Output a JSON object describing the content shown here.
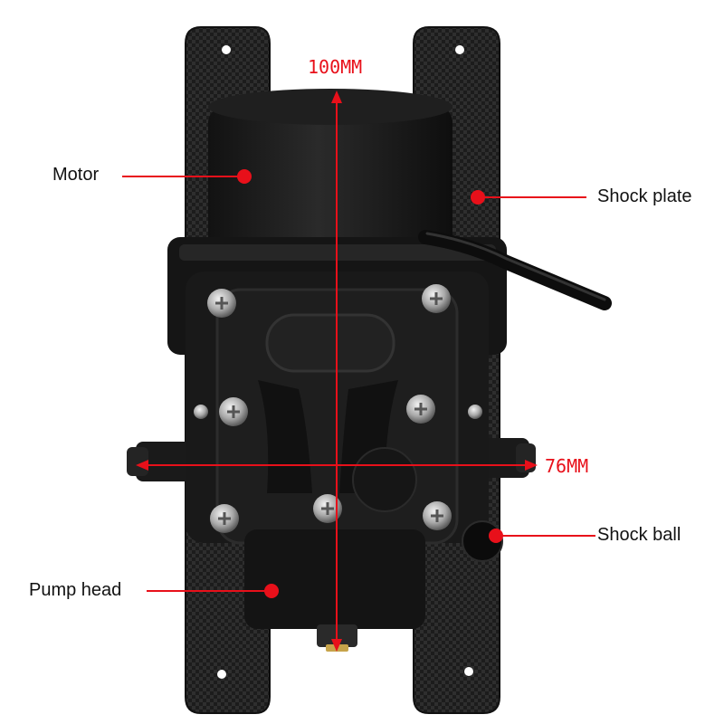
{
  "labels": {
    "motor": "Motor",
    "shock_plate": "Shock plate",
    "shock_ball": "Shock ball",
    "pump_head": "Pump head"
  },
  "dimensions": {
    "height": "100MM",
    "width": "76MM"
  },
  "colors": {
    "annotation": "#e8101a",
    "body": "#1a1a1a",
    "plate": "#202020",
    "label_text": "#111111"
  },
  "icons": [
    "screw-icon",
    "callout-dot-icon",
    "dimension-arrow-icon"
  ]
}
